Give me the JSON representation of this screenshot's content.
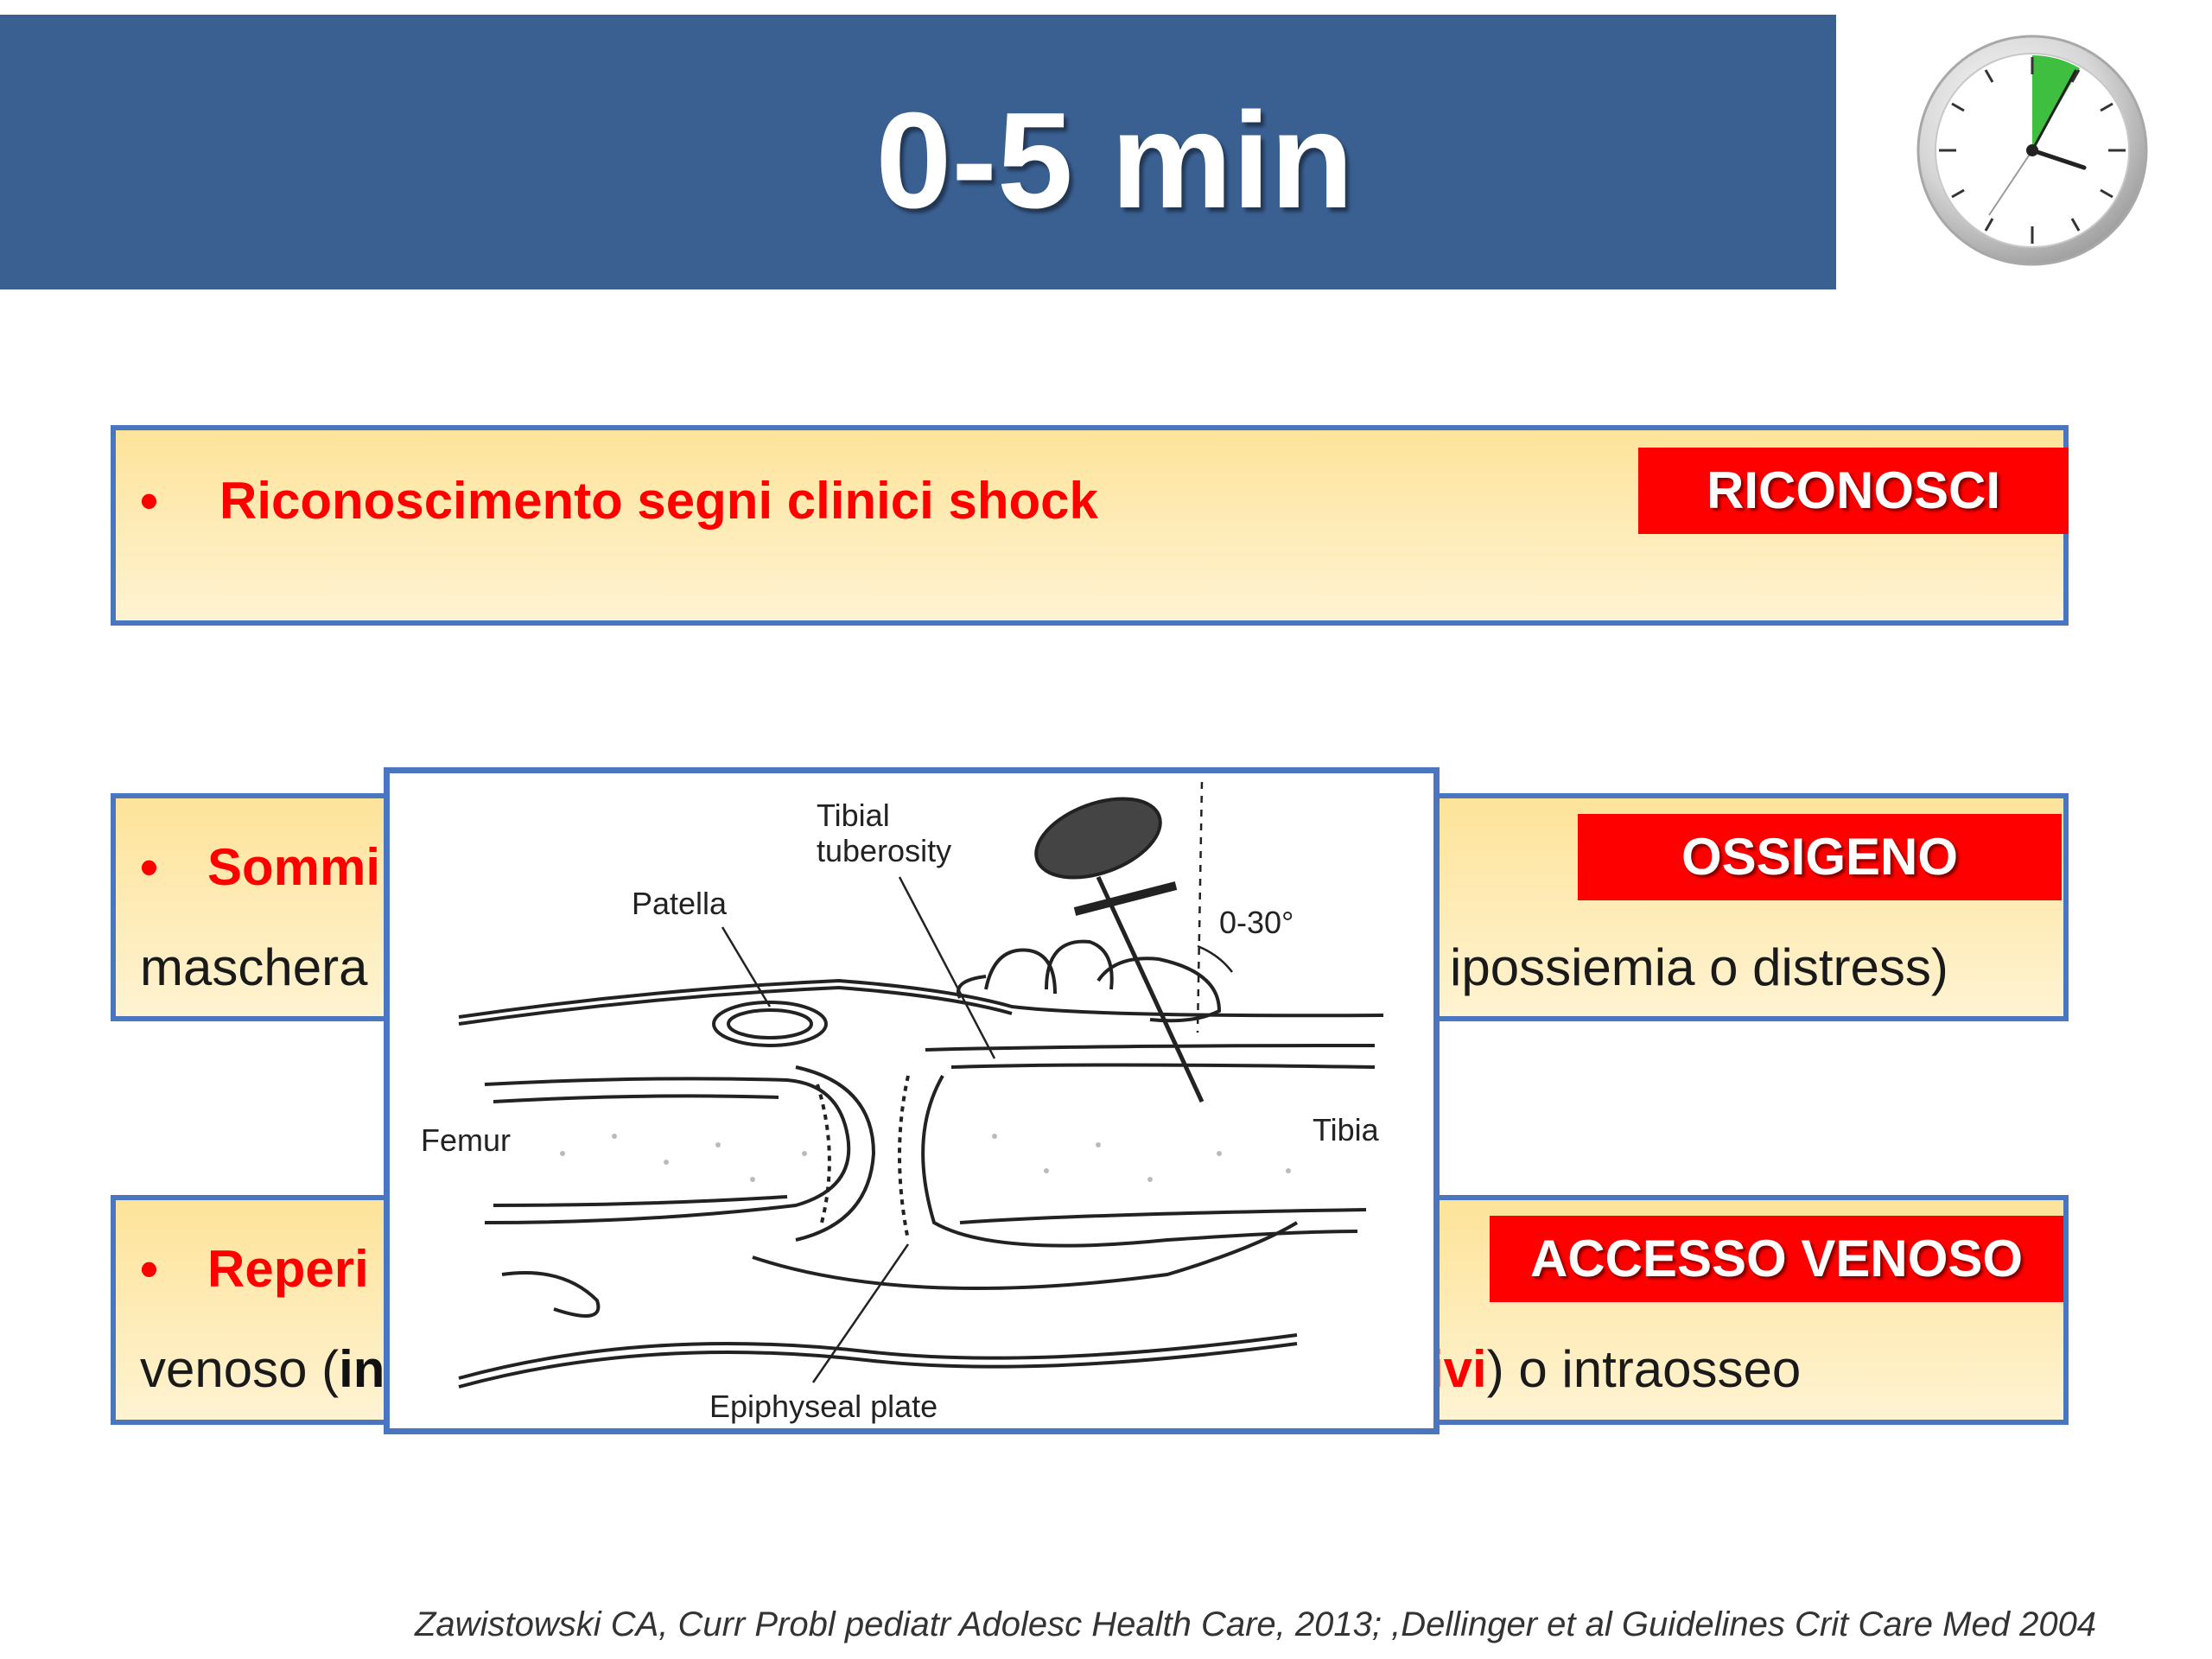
{
  "header": {
    "title": "0-5 min",
    "bg_color": "#3a6092",
    "clock_icon": "stopwatch-icon"
  },
  "steps": [
    {
      "bullet": "•",
      "text": "Riconoscimento segni clinici shock",
      "tag": "RICONOSCI"
    },
    {
      "bullet": "•",
      "text_visible": "Sommi",
      "line2_left": "maschera",
      "line2_right": "ipossiemia o distress)",
      "tag": "OSSIGENO"
    },
    {
      "bullet": "•",
      "text_visible": "Reperi",
      "line2_left": "venoso (",
      "line2_left_bold": "in",
      "line2_right_red": "tivi",
      "line2_right": ") o intraosseo",
      "tag": "ACCESSO VENOSO"
    }
  ],
  "figure": {
    "labels": {
      "tibial_tuberosity": "Tibial\ntuberosity",
      "patella": "Patella",
      "angle": "0-30°",
      "femur": "Femur",
      "tibia": "Tibia",
      "epiphyseal_plate": "Epiphyseal plate"
    }
  },
  "citation": "Zawistowski CA, Curr Probl pediatr Adolesc Health Care, 2013; ,Dellinger et al Guidelines Crit Care Med 2004",
  "colors": {
    "accent_red": "#ff0000",
    "box_border": "#4a76c0",
    "box_fill_top": "#fde39a"
  }
}
